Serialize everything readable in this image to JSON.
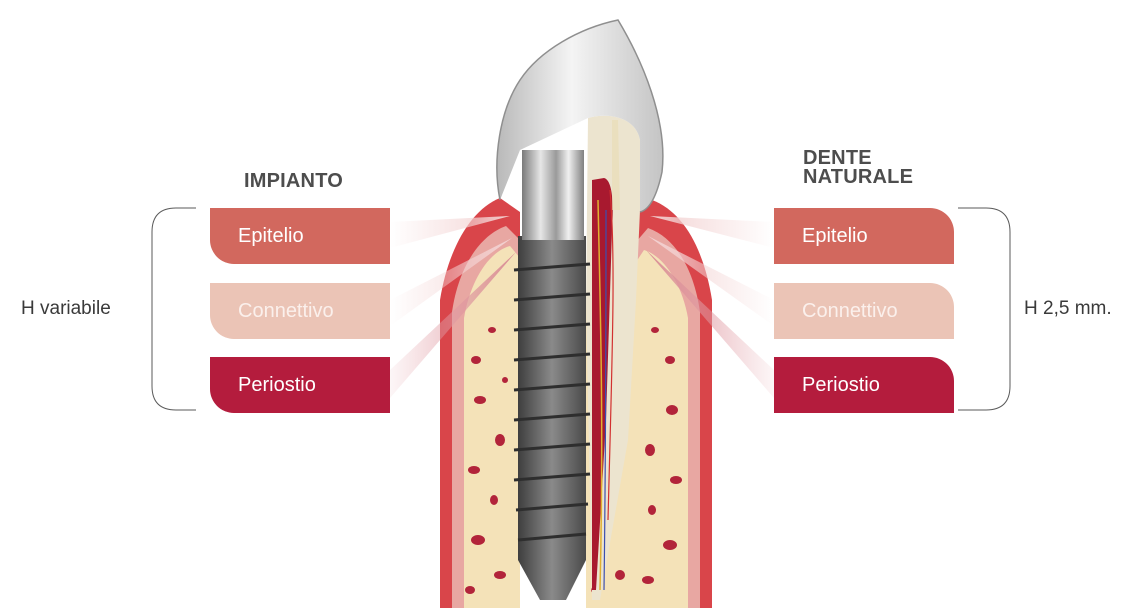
{
  "implant_column": {
    "title": "IMPIANTO",
    "height_label": "H variabile",
    "layers": [
      "Epitelio",
      "Connettivo",
      "Periostio"
    ]
  },
  "natural_tooth_column": {
    "title_lines": [
      "DENTE",
      "NATURALE"
    ],
    "height_label": "H 2,5 mm.",
    "layers": [
      "Epitelio",
      "Connettivo",
      "Periostio"
    ]
  },
  "colors": {
    "epitelio": "#d2685e",
    "connettivo": "#ebc4b6",
    "periostio": "#b41c3d",
    "gum": "#d9454a",
    "bone": "#f4e2b8",
    "implant": "#555555"
  }
}
